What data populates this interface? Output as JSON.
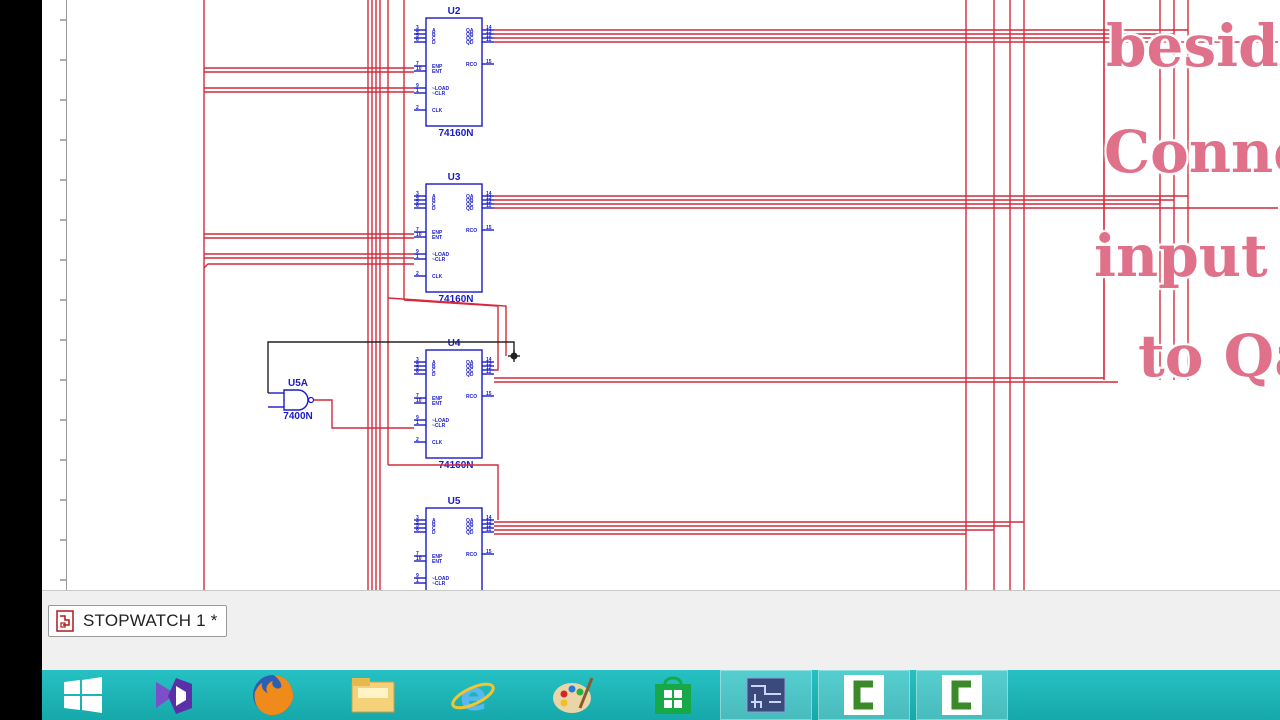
{
  "schematic": {
    "components": [
      {
        "ref": "U2",
        "part": "74160N"
      },
      {
        "ref": "U3",
        "part": "74160N"
      },
      {
        "ref": "U4",
        "part": "74160N"
      },
      {
        "ref": "U5",
        "part": ""
      }
    ],
    "gate": {
      "ref": "U5A",
      "part": "7400N"
    },
    "pins_left": [
      "A",
      "B",
      "C",
      "D",
      "ENP",
      "ENT",
      "~LOAD",
      "~CLR",
      "CLK"
    ],
    "pins_right": [
      "QA",
      "QB",
      "QC",
      "QD",
      "RCO"
    ],
    "pin_numbers_left": [
      "3",
      "4",
      "5",
      "6",
      "7",
      "10",
      "9",
      "1",
      "2"
    ],
    "pin_numbers_right": [
      "14",
      "13",
      "12",
      "11",
      "15"
    ],
    "wire_color": "#d42a3c",
    "part_color": "#1a1ac8"
  },
  "overlay_text": [
    "beside",
    "Connec",
    "input o",
    "to Qa"
  ],
  "overlay_color": "#e0718a",
  "tab": {
    "label": "STOPWATCH 1 *"
  },
  "taskbar": {
    "items": [
      "windows-start",
      "visual-studio",
      "firefox",
      "file-explorer",
      "internet-explorer",
      "paint",
      "store",
      "multisim",
      "camtasia-1",
      "camtasia-2"
    ],
    "accent": "#1fb6b6"
  }
}
